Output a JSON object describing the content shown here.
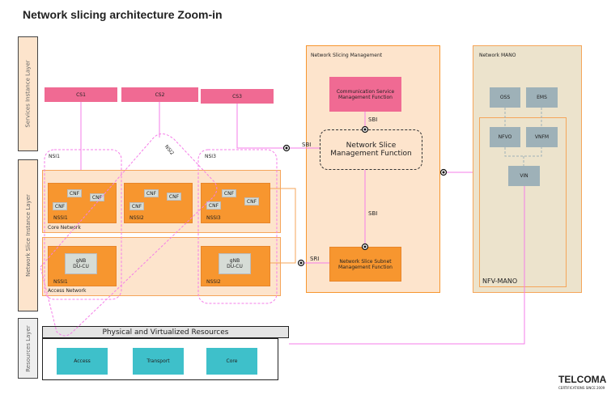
{
  "title": "Network slicing architecture Zoom-in",
  "layers": {
    "services": "Services Instance Layer",
    "nsi": "Network Slice Instance Layer",
    "resources": "Resources Layer"
  },
  "cs": [
    "CS1",
    "CS2",
    "CS3"
  ],
  "nsi": [
    "NSI1",
    "NSI2",
    "NSI3"
  ],
  "core": {
    "label": "Core Network",
    "cnf": "CNF",
    "nssi": [
      "NSSI1",
      "NSSI2",
      "NSSI3"
    ]
  },
  "access": {
    "label": "Access Network",
    "gnb": "gNB",
    "ducu": "DU-CU",
    "nssi": [
      "NSSI1",
      "NSSI2"
    ]
  },
  "nsm": {
    "title": "Network Slicing Management",
    "csmf": "Communication Service Management Function",
    "nsmf": "Network Slice Management Function",
    "nssmf": "Network Slice Subnet Management Function",
    "sbi": "SBI",
    "sri": "SRI"
  },
  "mano": {
    "title": "Network  MANO",
    "oss": "OSS",
    "ems": "EMS",
    "nfvo": "NFVO",
    "vnfm": "VNFM",
    "vin": "VIN",
    "nfv": "NFV-MANO"
  },
  "resources": {
    "title": "Physical and Virtualized Resources",
    "items": [
      "Access",
      "Transport",
      "Core"
    ]
  },
  "logo": {
    "name": "TELCOMA",
    "tagline": "CERTIFICATIONS SINCE 2009"
  },
  "colors": {
    "pink": "#f06a93",
    "orange": "#f7962f",
    "peach": "#fde4cc",
    "teal": "#3ec0ca",
    "grey": "#9eb1b8",
    "line": "#f57ee8"
  }
}
